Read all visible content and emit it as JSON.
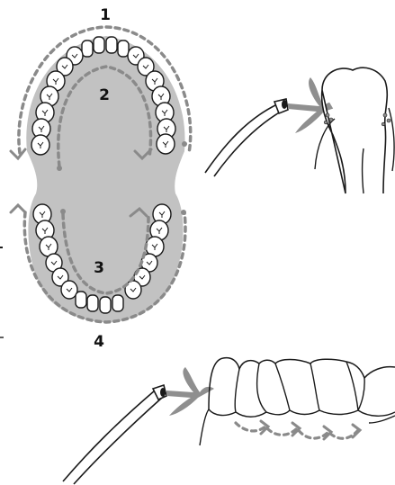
{
  "labels": {
    "top_outer": "1",
    "top_inner": "2",
    "bottom_inner": "3",
    "bottom_outer": "4"
  },
  "colors": {
    "palate": "#c2c2c2",
    "tooth_fill": "#ffffff",
    "outline": "#1a1a1a",
    "path_dots": "#8a8a8a",
    "water_jet": "#8f8f8f",
    "label": "#111111"
  },
  "icons": [
    "dental-arch-diagram",
    "water-flosser-tip-icon",
    "water-jet-icon",
    "flow-arrow-icon",
    "molar-tooth-icon"
  ]
}
